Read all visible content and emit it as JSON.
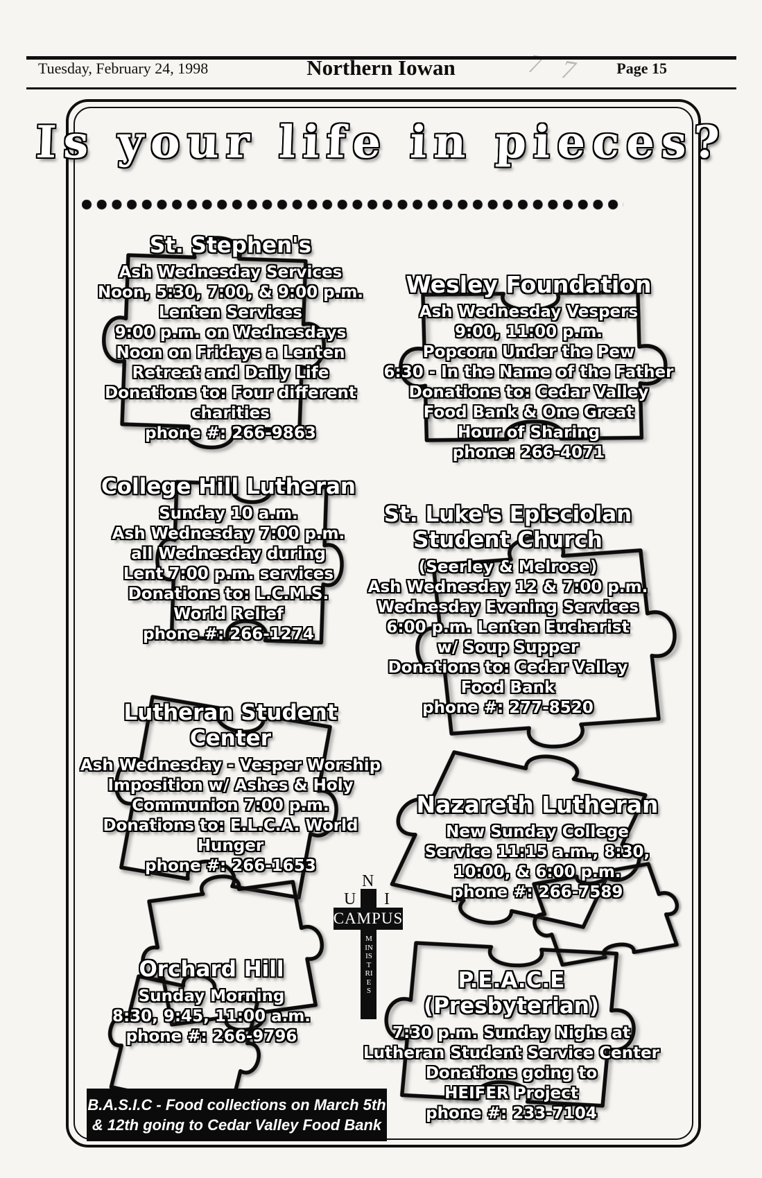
{
  "page_header": {
    "date": "Tuesday, February 24, 1998",
    "publication": "Northern Iowan",
    "page_number": "Page 15",
    "handwritten_mark": "7 7"
  },
  "ad": {
    "title": "Is your life in pieces?",
    "sections": [
      {
        "heading": "St. Stephen's",
        "lines": [
          "Ash Wednesday Services",
          "Noon, 5:30, 7:00, & 9:00 p.m.",
          "Lenten Services",
          "9:00 p.m. on Wednesdays",
          "Noon on Fridays a Lenten",
          "Retreat and Daily Life",
          "Donations to: Four different",
          "charities",
          "phone #: 266-9863"
        ]
      },
      {
        "heading": "Wesley Foundation",
        "lines": [
          "Ash Wednesday Vespers",
          "9:00, 11:00 p.m.",
          "Popcorn Under the Pew",
          "6:30 - In the Name of the Father",
          "Donations to: Cedar Valley",
          "Food Bank & One Great",
          "Hour of Sharing",
          "phone: 266-4071"
        ]
      },
      {
        "heading": "College Hill Lutheran",
        "lines": [
          "Sunday 10 a.m.",
          "Ash Wednesday 7:00 p.m.",
          "all Wednesday during",
          "Lent 7:00 p.m. services",
          "Donations to: L.C.M.S.",
          "World Relief",
          "phone #: 266-1274"
        ]
      },
      {
        "heading": "St. Luke's Episciolan\nStudent Church",
        "lines": [
          "(Seerley & Melrose)",
          "Ash Wednesday 12 & 7:00 p.m.",
          "Wednesday Evening Services",
          "6:00 p.m. Lenten Eucharist",
          "w/ Soup Supper",
          "Donations to: Cedar Valley",
          "Food Bank",
          "phone #: 277-8520"
        ]
      },
      {
        "heading": "Lutheran Student\nCenter",
        "lines": [
          "Ash Wednesday - Vesper Worship",
          "Imposition w/ Ashes & Holy",
          "Communion 7:00 p.m.",
          "Donations to: E.L.C.A. World",
          "Hunger",
          "phone #: 266-1653"
        ]
      },
      {
        "heading": "Nazareth Lutheran",
        "lines": [
          "New Sunday College",
          "Service 11:15 a.m., 8:30,",
          "10:00, & 6:00 p.m.",
          "phone #: 266-7589"
        ]
      },
      {
        "heading": "Orchard Hill",
        "lines": [
          "Sunday Morning",
          "8:30, 9:45, 11:00 a.m.",
          "phone #: 266-9796"
        ]
      },
      {
        "heading": "P.E.A.C.E\n(Presbyterian)",
        "lines": [
          "7:30 p.m. Sunday Nighs at",
          "Lutheran Student Service Center",
          "Donations going to",
          "HEIFER Project",
          "phone #: 233-7104"
        ]
      }
    ],
    "campus_ministries_logo": {
      "top_letter": "N",
      "left_letter": "U",
      "right_letter": "I",
      "crossbar_text": "CAMPUS",
      "vertical_text": "MINISTRIES"
    },
    "footer_banner": {
      "line1": "B.A.S.I.C - Food collections on March 5th",
      "line2": "& 12th going to Cedar Valley Food Bank"
    }
  }
}
